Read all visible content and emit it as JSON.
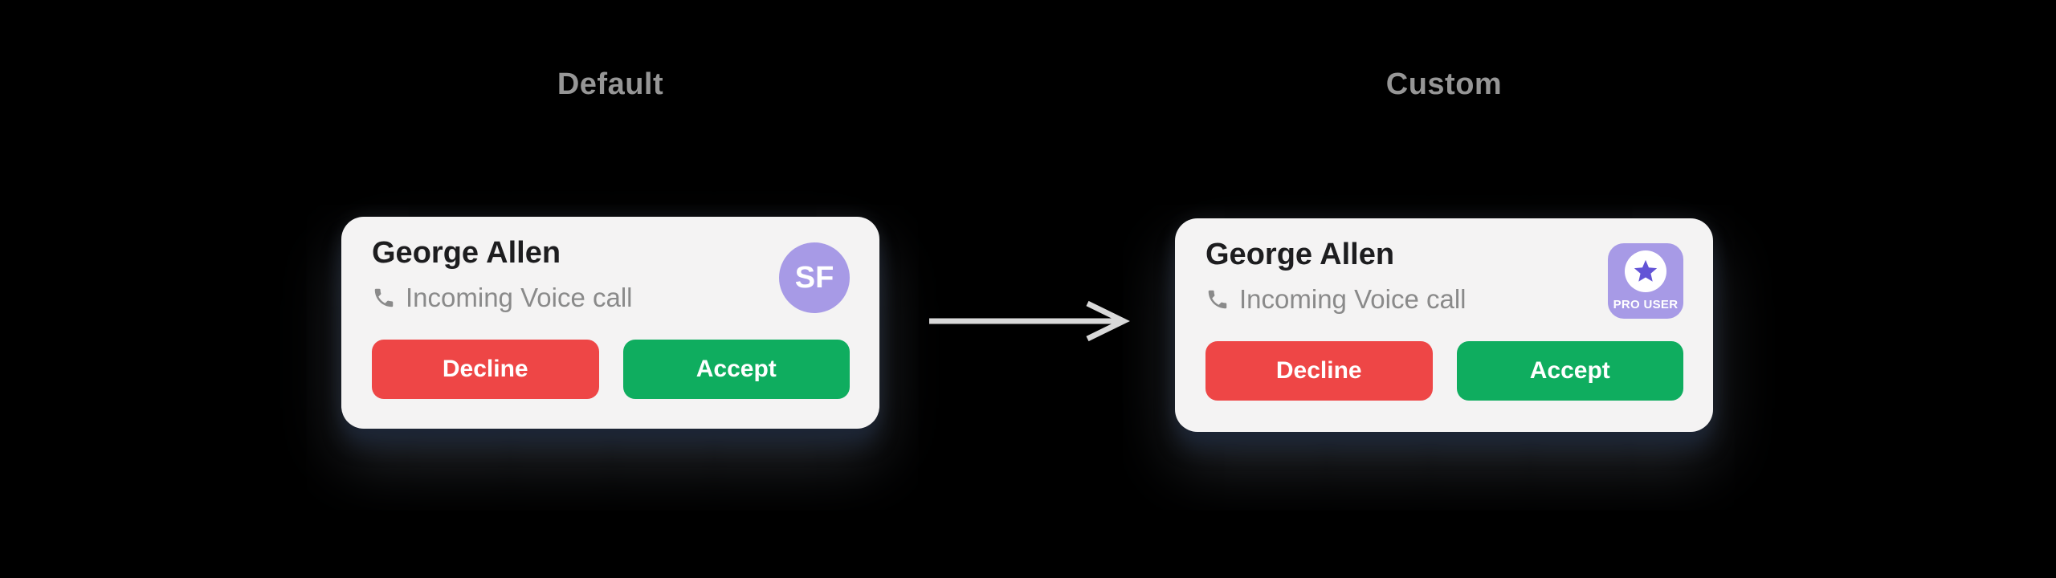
{
  "panels": [
    {
      "title": "Default",
      "card": {
        "name": "George Allen",
        "subtitle": "Incoming Voice call",
        "avatar_type": "initials",
        "avatar_initials": "SF",
        "decline_label": "Decline",
        "accept_label": "Accept"
      }
    },
    {
      "title": "Custom",
      "card": {
        "name": "George Allen",
        "subtitle": "Incoming Voice call",
        "avatar_type": "badge",
        "badge_label": "PRO USER",
        "decline_label": "Decline",
        "accept_label": "Accept"
      }
    }
  ],
  "icons": {
    "phone": "phone-icon",
    "star": "star-icon",
    "arrow": "arrow-right-icon"
  },
  "colors": {
    "page_bg": "#000000",
    "title_text": "#969696",
    "card_bg": "#f4f3f3",
    "name_text": "#1d1d1f",
    "subtitle_text": "#8a8a8a",
    "decline_bg": "#ee4646",
    "accept_bg": "#0fad5f",
    "avatar_bg": "#a79ae6",
    "star": "#6354d6",
    "badge_text": "#ffffff",
    "button_text": "#ffffff",
    "arrow": "#d9d9d9"
  }
}
